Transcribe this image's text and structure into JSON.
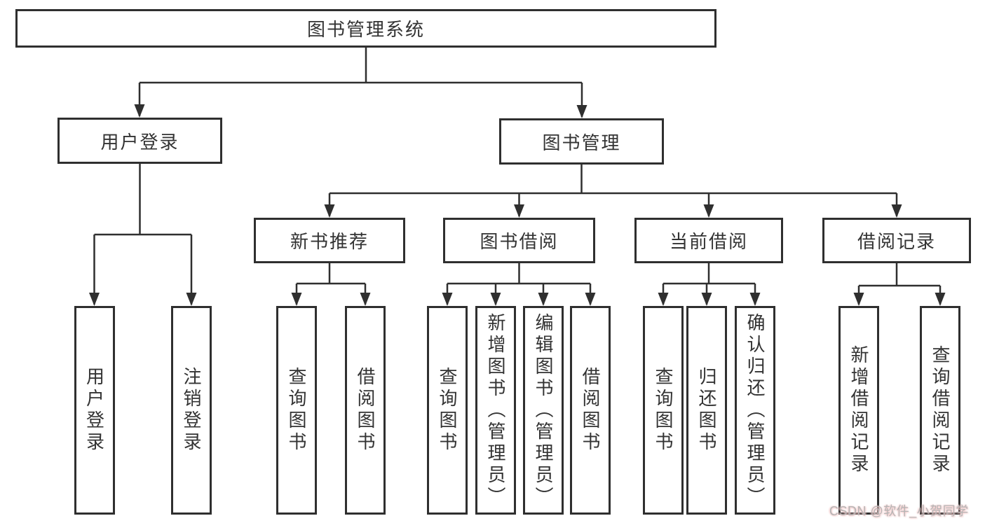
{
  "diagram": {
    "root": {
      "label": "图书管理系统"
    },
    "level2": [
      {
        "label": "用户登录"
      },
      {
        "label": "图书管理"
      }
    ],
    "level3": [
      {
        "label": "新书推荐"
      },
      {
        "label": "图书借阅"
      },
      {
        "label": "当前借阅"
      },
      {
        "label": "借阅记录"
      }
    ],
    "leaves": [
      {
        "label": "用户登录"
      },
      {
        "label": "注销登录"
      },
      {
        "label": "查询图书"
      },
      {
        "label": "借阅图书"
      },
      {
        "label": "查询图书"
      },
      {
        "label": "新增图书（管理员）"
      },
      {
        "label": "编辑图书（管理员）"
      },
      {
        "label": "借阅图书"
      },
      {
        "label": "查询图书"
      },
      {
        "label": "归还图书"
      },
      {
        "label": "确认归还（管理员）"
      },
      {
        "label": "新增借阅记录"
      },
      {
        "label": "查询借阅记录"
      }
    ]
  },
  "watermark": {
    "text": "CSDN @软件_小贺同学"
  },
  "colors": {
    "line": "#2f2f2f",
    "box_background": "#ffffff",
    "canvas_background": "#ffffff",
    "text": "#333333",
    "watermark_text": "#b5b5b5",
    "watermark_glow": "#f2c4c4"
  }
}
